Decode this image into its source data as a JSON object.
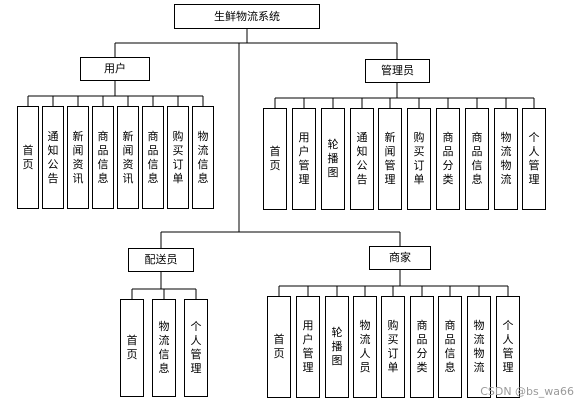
{
  "root": "生鲜物流系统",
  "roles": [
    {
      "key": "user",
      "label": "用户",
      "children": [
        "首页",
        "通知公告",
        "新闻资讯",
        "商品信息",
        "新闻资讯",
        "商品信息",
        "购买订单",
        "物流信息"
      ]
    },
    {
      "key": "admin",
      "label": "管理员",
      "children": [
        "首页",
        "用户管理",
        "轮播图",
        "通知公告",
        "新闻管理",
        "购买订单",
        "商品分类",
        "商品信息",
        "物流物流",
        "个人管理"
      ]
    },
    {
      "key": "courier",
      "label": "配送员",
      "children": [
        "首页",
        "物流信息",
        "个人管理"
      ]
    },
    {
      "key": "merchant",
      "label": "商家",
      "children": [
        "首页",
        "用户管理",
        "轮播图",
        "物流人员",
        "购买订单",
        "商品分类",
        "商品信息",
        "物流物流",
        "个人管理"
      ]
    }
  ],
  "watermark": "CSDN @bs_wa66"
}
